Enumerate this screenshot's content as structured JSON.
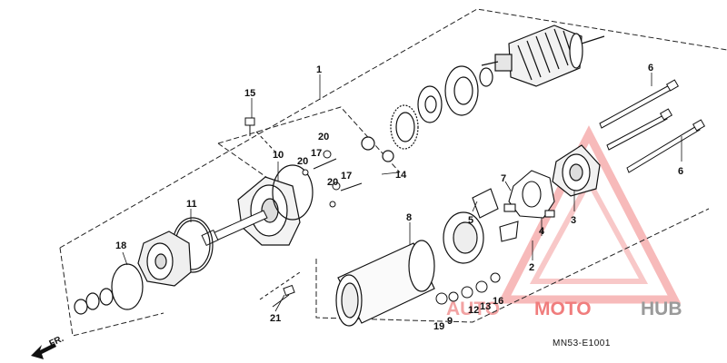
{
  "diagram": {
    "part_code": "MN53-E1001",
    "direction_label": "FR.",
    "callouts": {
      "c1": "1",
      "c2": "2",
      "c3": "3",
      "c4": "4",
      "c5": "5",
      "c6a": "6",
      "c6b": "6",
      "c7": "7",
      "c8": "8",
      "c9": "9",
      "c10": "10",
      "c11": "11",
      "c12": "12",
      "c13": "13",
      "c14": "14",
      "c15": "15",
      "c16": "16",
      "c17a": "17",
      "c17b": "17",
      "c18": "18",
      "c19": "19",
      "c20a": "20",
      "c20b": "20",
      "c20c": "20",
      "c21": "21"
    }
  },
  "watermark": {
    "word1": "AUTO",
    "word2": "MOTO",
    "word3": "HUB",
    "colors": {
      "light": "#f2a3a3",
      "mid": "#f07d7d",
      "grey": "#9a9a9a"
    }
  }
}
